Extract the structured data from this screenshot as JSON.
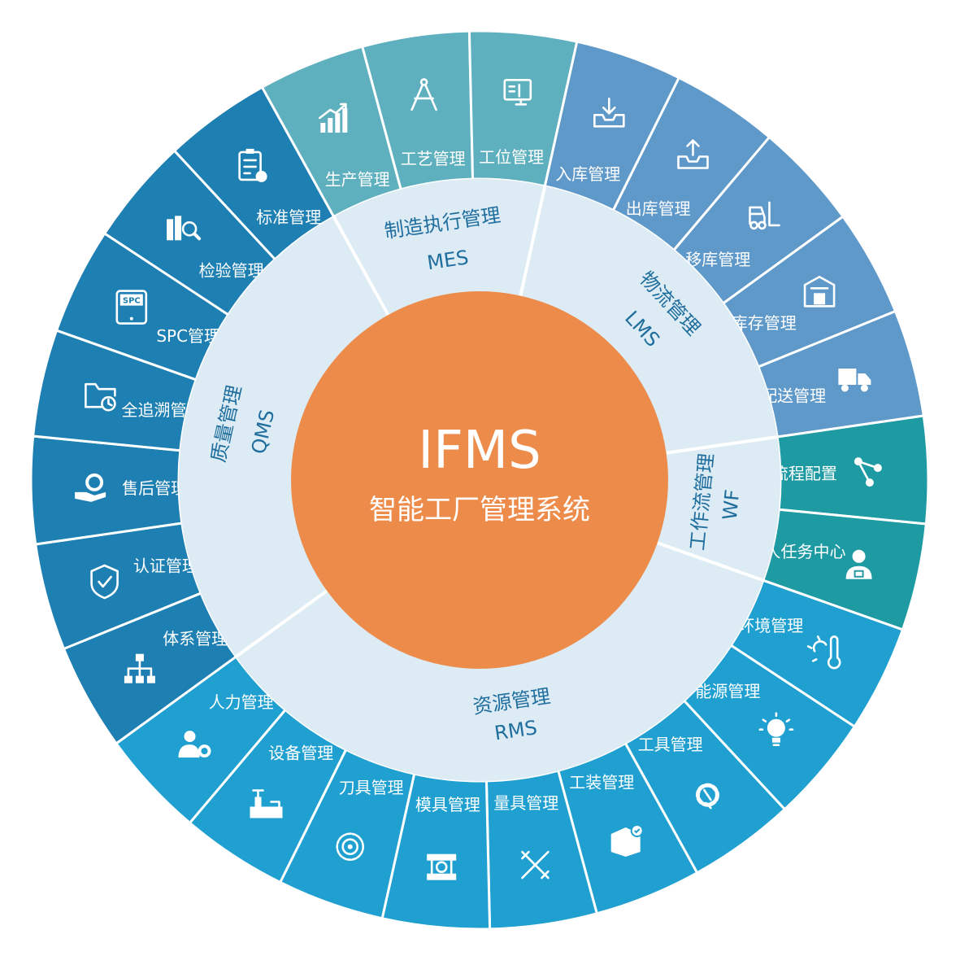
{
  "center": {
    "title": "IFMS",
    "subtitle": "智能工厂管理系统"
  },
  "colors": {
    "center": "#ED8C4A",
    "middle_ring": "#DCEBF4",
    "mes": "#5FB0BF",
    "lms": "#5F99CA",
    "wf": "#1E9AA3",
    "rms": "#20A0D0",
    "qms": "#1E7FB3",
    "ring_text": "#1F6E9E",
    "divider": "#ffffff"
  },
  "groups": [
    {
      "key": "mes",
      "name": "制造执行管理",
      "abbr": "MES"
    },
    {
      "key": "lms",
      "name": "物流管理",
      "abbr": "LMS"
    },
    {
      "key": "wf",
      "name": "工作流管理",
      "abbr": "WF"
    },
    {
      "key": "rms",
      "name": "资源管理",
      "abbr": "RMS"
    },
    {
      "key": "qms",
      "name": "质量管理",
      "abbr": "QMS"
    }
  ],
  "modules": [
    {
      "label": "生产管理",
      "icon": "bar-chart-growth-icon",
      "group": "mes"
    },
    {
      "label": "工艺管理",
      "icon": "drafting-compass-icon",
      "group": "mes"
    },
    {
      "label": "工位管理",
      "icon": "workstation-icon",
      "group": "mes"
    },
    {
      "label": "入库管理",
      "icon": "inbox-in-icon",
      "group": "lms"
    },
    {
      "label": "出库管理",
      "icon": "inbox-out-icon",
      "group": "lms"
    },
    {
      "label": "移库管理",
      "icon": "forklift-icon",
      "group": "lms"
    },
    {
      "label": "库存管理",
      "icon": "warehouse-icon",
      "group": "lms"
    },
    {
      "label": "配送管理",
      "icon": "delivery-truck-icon",
      "group": "lms"
    },
    {
      "label": "流程配置",
      "icon": "flow-nodes-icon",
      "group": "wf"
    },
    {
      "label": "个人任务中心",
      "icon": "person-task-icon",
      "group": "wf"
    },
    {
      "label": "环境管理",
      "icon": "thermometer-sun-icon",
      "group": "rms"
    },
    {
      "label": "能源管理",
      "icon": "light-bulb-icon",
      "group": "rms"
    },
    {
      "label": "工具管理",
      "icon": "gear-wrench-icon",
      "group": "rms"
    },
    {
      "label": "工装管理",
      "icon": "box-check-icon",
      "group": "rms"
    },
    {
      "label": "量具管理",
      "icon": "ruler-pencil-icon",
      "group": "rms"
    },
    {
      "label": "模具管理",
      "icon": "mold-icon",
      "group": "rms"
    },
    {
      "label": "刀具管理",
      "icon": "saw-blade-icon",
      "group": "rms"
    },
    {
      "label": "设备管理",
      "icon": "machine-icon",
      "group": "rms"
    },
    {
      "label": "人力管理",
      "icon": "person-gear-icon",
      "group": "rms"
    },
    {
      "label": "体系管理",
      "icon": "org-chart-icon",
      "group": "qms"
    },
    {
      "label": "认证管理",
      "icon": "shield-check-icon",
      "group": "qms"
    },
    {
      "label": "售后管理",
      "icon": "hand-gear-icon",
      "group": "qms"
    },
    {
      "label": "全追溯管理",
      "icon": "folder-clock-icon",
      "group": "qms"
    },
    {
      "label": "SPC管理",
      "icon": "spc-tablet-icon",
      "group": "qms",
      "icon_text": "SPC"
    },
    {
      "label": "检验管理",
      "icon": "binders-magnifier-icon",
      "group": "qms"
    },
    {
      "label": "标准管理",
      "icon": "clipboard-check-icon",
      "group": "qms"
    }
  ]
}
